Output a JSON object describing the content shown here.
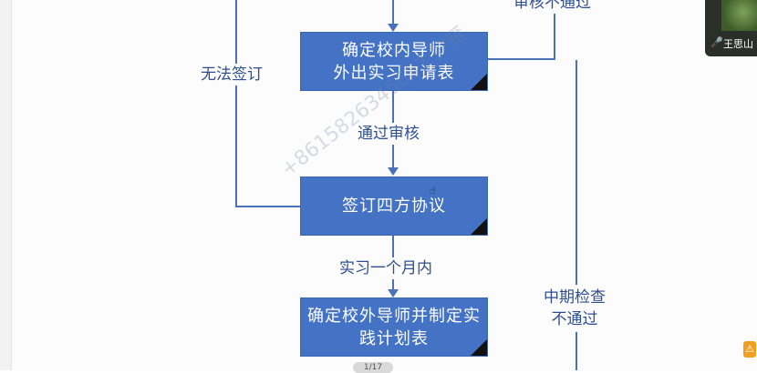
{
  "flowchart": {
    "box1": {
      "line1": "确定校内导师",
      "line2": "外出实习申请表"
    },
    "box2": {
      "line1": "签订四方协议"
    },
    "box3": {
      "line1": "确定校外导师并制定实",
      "line2": "践计划表"
    },
    "labels": {
      "no_sign": "无法签订",
      "review_fail": "审核不通过",
      "pass_review": "通过审核",
      "within_month": "实习一个月内",
      "midterm_line1": "中期检查",
      "midterm_line2": "不通过"
    }
  },
  "watermark": "+8615826345652 罗雁",
  "video": {
    "name": "王思山",
    "mic_icon": "microphone-icon"
  },
  "pagination": "1/17",
  "colors": {
    "box_fill": "#4472c4",
    "line": "#4a72b8",
    "label_text": "#2f4f8f"
  }
}
